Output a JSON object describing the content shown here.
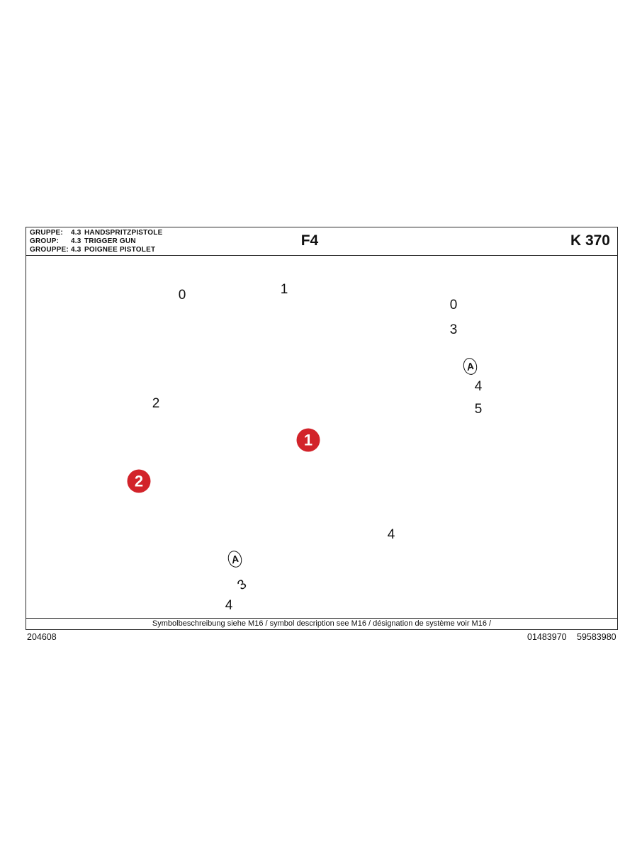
{
  "page": {
    "header": {
      "rows": [
        {
          "label": "GRUPPE:",
          "code": "4.3",
          "name": "HANDSPRITZPISTOLE"
        },
        {
          "label": "GROUP:",
          "code": "4.3",
          "name": "TRIGGER GUN"
        },
        {
          "label": "GROUPPE:",
          "code": "4.3",
          "name": "POIGNEE PISTOLET"
        }
      ],
      "sheet_code": "F4",
      "model_code": "K 370"
    },
    "callouts": {
      "assembly_left": "0",
      "clip": "1",
      "spring": "2",
      "assembly_right": "0",
      "oring_gun": "3",
      "hose_group_right": "4",
      "oring_coupling": "5",
      "hose_mid": "4",
      "oring_hose_end": "3",
      "hose_group_bottom": "4",
      "detail_1": "1",
      "detail_2": "2",
      "section_a": "A"
    },
    "footer": {
      "symbol_note": "Symbolbeschreibung siehe M16 / symbol description see M16 / désignation de système voir M16 /",
      "doc_number": "204608",
      "ref_number_1": "01483970",
      "ref_number_2": "59583980"
    },
    "colors": {
      "badge_red": "#d2232a",
      "line_color": "#1a1a1a"
    }
  }
}
